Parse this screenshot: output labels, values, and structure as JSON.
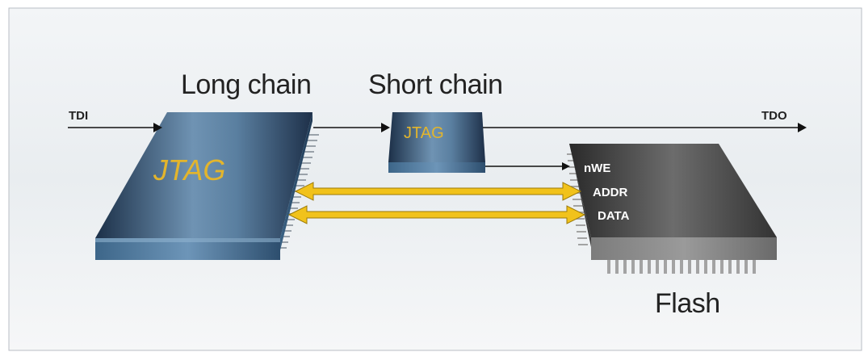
{
  "labels": {
    "long_chain": "Long chain",
    "short_chain": "Short chain",
    "flash": "Flash",
    "tdi": "TDI",
    "tdo": "TDO"
  },
  "chips": {
    "long_jtag": "JTAG",
    "short_jtag": "JTAG"
  },
  "flash_pins": [
    "nWE",
    "ADDR",
    "DATA"
  ],
  "colors": {
    "jtag_chip": "#4f7393",
    "jtag_text": "#e3b52c",
    "flash_chip": "#4a4a4a",
    "bus_arrow": "#f1c21b"
  }
}
